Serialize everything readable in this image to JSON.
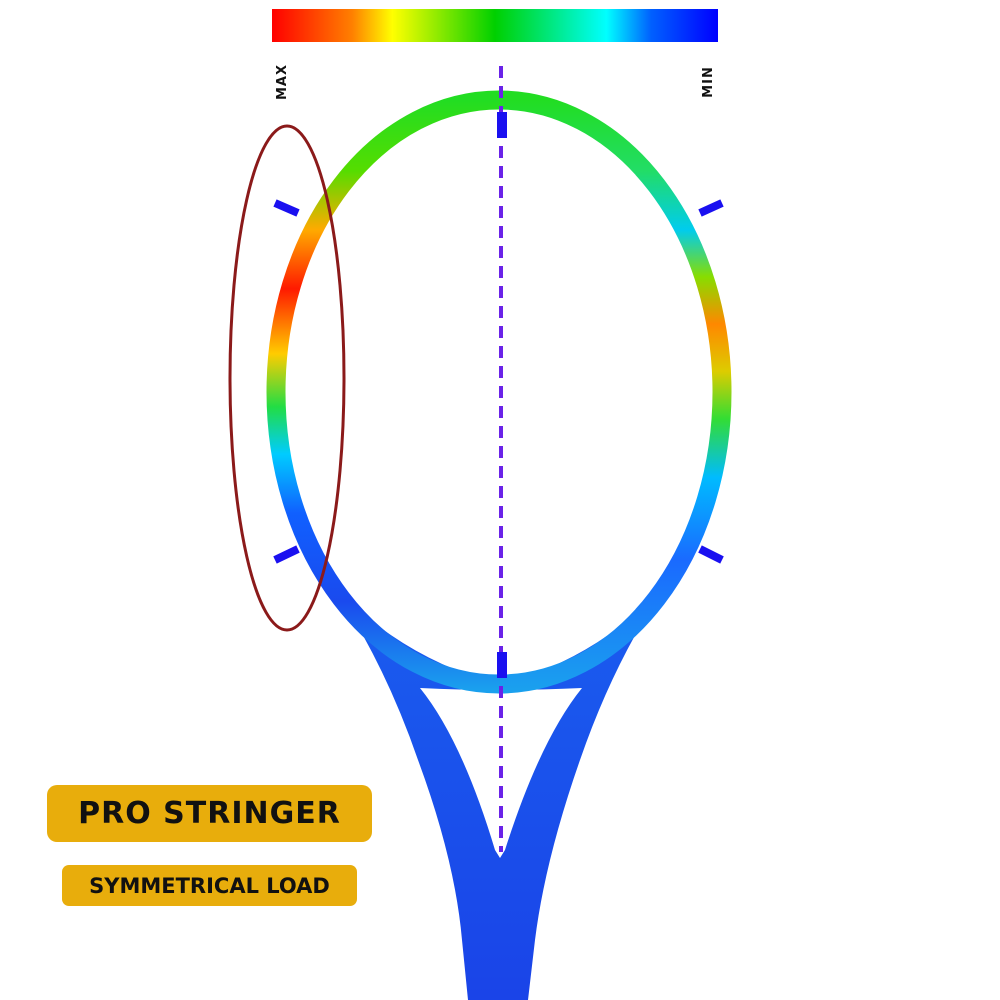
{
  "legend": {
    "max_label": "MAX",
    "min_label": "MIN",
    "stops": [
      "#ff0000",
      "#ff8000",
      "#ffff00",
      "#00d000",
      "#00ffff",
      "#0060ff",
      "#0000ff"
    ]
  },
  "badges": {
    "title": "PRO STRINGER",
    "subtitle": "SYMMETRICAL LOAD"
  },
  "colors": {
    "badge": "#e8ad0c",
    "axis": "#6a22e8",
    "marker": "#1a10f0",
    "highlight": "#8b1a1a",
    "handle": "#1848ea"
  }
}
